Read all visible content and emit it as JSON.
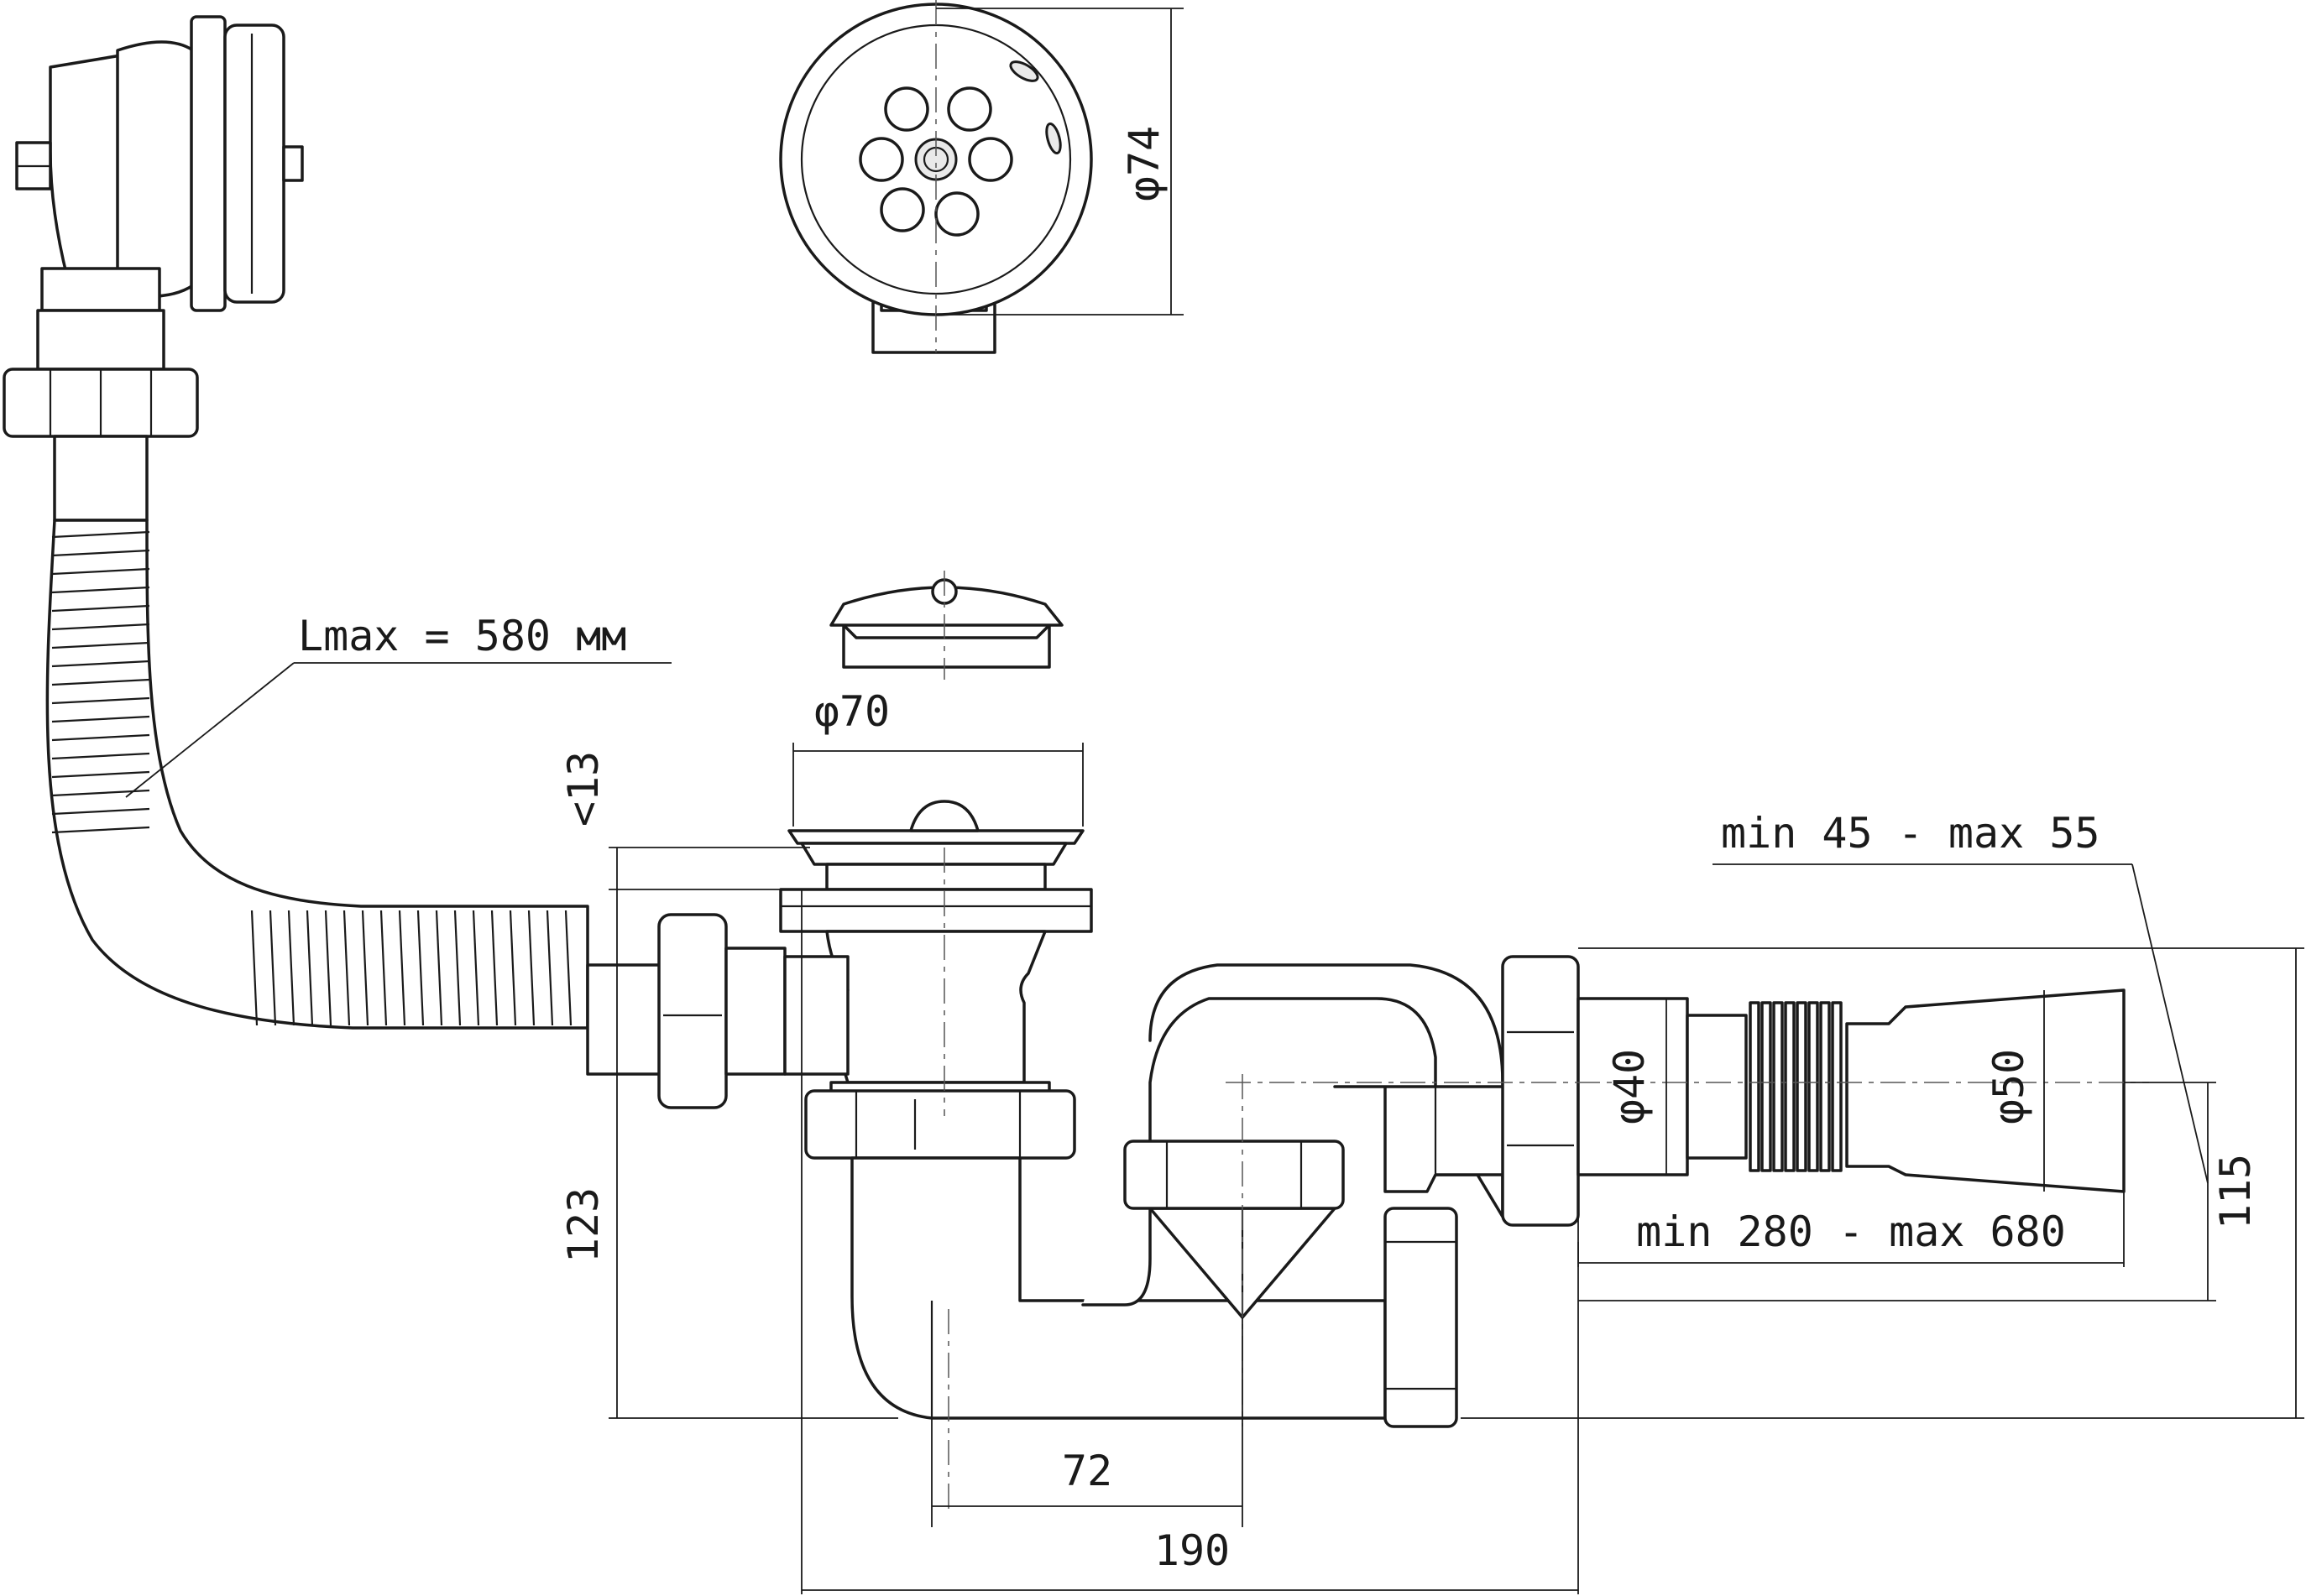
{
  "dimensions": {
    "hose_length": "Lmax = 580 мм",
    "grate_diameter": "φ74",
    "plug_diameter": "φ70",
    "rim_height": "<13",
    "drain_height": "123",
    "elbow_offset": "72",
    "overall_length": "190",
    "connector_range": "min 45 - max 55",
    "inlet_diameter": "φ40",
    "outlet_diameter": "φ50",
    "extension_range": "min 280 - max 680",
    "outlet_height": "115"
  }
}
